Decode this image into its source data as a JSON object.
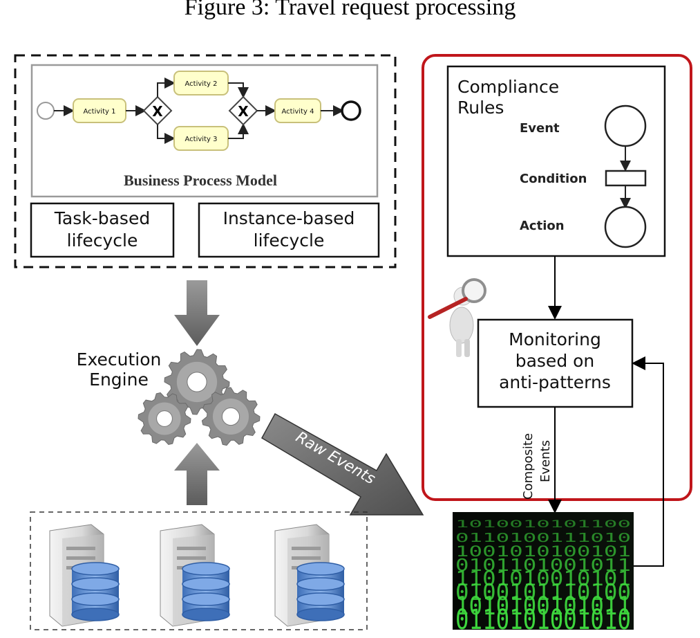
{
  "caption": "Figure 3: Travel request processing",
  "process_model": {
    "title": "Business Process Model",
    "activities": [
      "Activity 1",
      "Activity 2",
      "Activity 3",
      "Activity 4"
    ],
    "task_lifecycle_line1": "Task-based",
    "task_lifecycle_line2": "lifecycle",
    "instance_lifecycle_line1": "Instance-based",
    "instance_lifecycle_line2": "lifecycle"
  },
  "engine": {
    "line1": "Execution",
    "line2": "Engine"
  },
  "raw_events": "Raw Events",
  "compliance": {
    "title_line1": "Compliance",
    "title_line2": "Rules",
    "event": "Event",
    "condition": "Condition",
    "action": "Action"
  },
  "monitoring": {
    "line1": "Monitoring",
    "line2": "based on",
    "line3": "anti-patterns"
  },
  "composite_events": {
    "line1": "Composite",
    "line2": "Events"
  },
  "colors": {
    "frame_red": "#c0161b",
    "activity_fill": "#ffffcc",
    "activity_stroke": "#c8c07a",
    "binary_green": "#3dd63d",
    "gear_gray": "#8a8a8a",
    "db_blue": "#5b8fd4"
  },
  "icons": [
    "gear-icon",
    "server-icon",
    "database-icon",
    "magnifier-icon",
    "binary-stream-icon"
  ]
}
